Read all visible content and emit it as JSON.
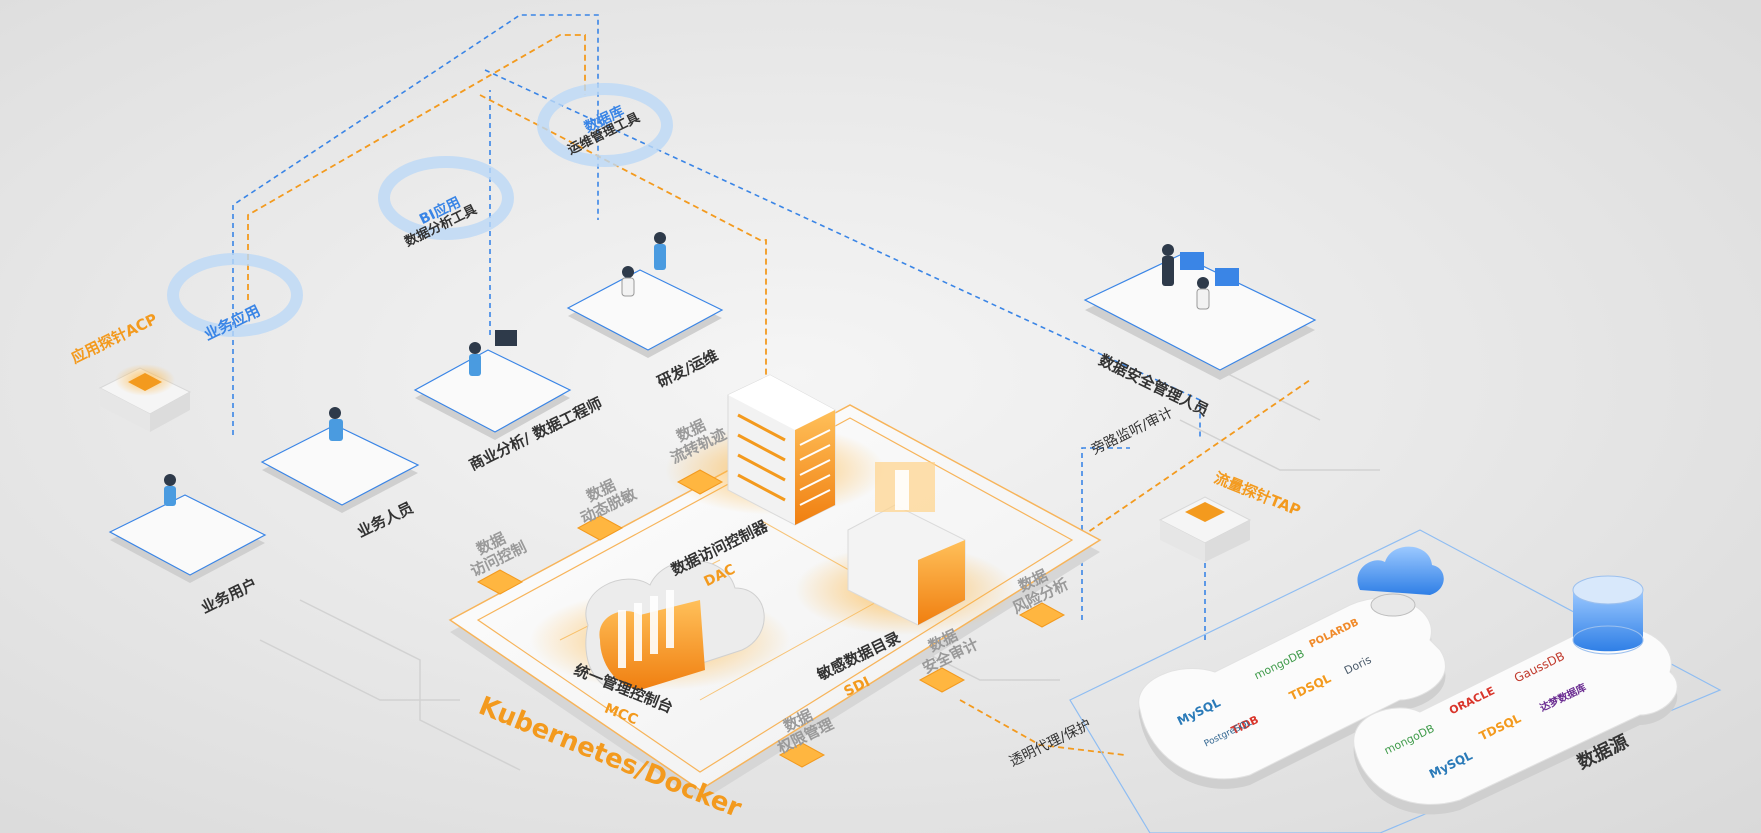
{
  "labels": {
    "app_probe": "应用探针ACP",
    "biz_app": "业务应用",
    "bi_app": "BI应用",
    "bi_tool": "数据分析工具",
    "db_app": "数据库",
    "db_tool": "运维管理工具",
    "biz_user": "业务用户",
    "biz_staff": "业务人员",
    "analyst": "商业分析/ 数据工程师",
    "devops": "研发/运维",
    "sec_admin": "数据安全管理人员",
    "bypass": "旁路监听/审计",
    "tap": "流量探针TAP",
    "proxy": "透明代理/保护",
    "k8s": "Kubernetes/Docker",
    "dac_name": "数据访问控制器",
    "dac_code": "DAC",
    "mcc_name": "统一管理控制台",
    "mcc_code": "MCC",
    "sdi_name": "敏感数据目录",
    "sdi_code": "SDI",
    "data_source": "数据源"
  },
  "modules": [
    {
      "line1": "数据",
      "line2": "访问控制"
    },
    {
      "line1": "数据",
      "line2": "动态脱敏"
    },
    {
      "line1": "数据",
      "line2": "流转轨迹"
    },
    {
      "line1": "数据",
      "line2": "权限管理"
    },
    {
      "line1": "数据",
      "line2": "安全审计"
    },
    {
      "line1": "数据",
      "line2": "风险分析"
    }
  ],
  "databases_cloud1": [
    "MySQL",
    "mongoDB",
    "POLARDB",
    "TiDB",
    "TDSQL",
    "Doris",
    "PostgreSQL"
  ],
  "databases_cloud2": [
    "mongoDB",
    "ORACLE",
    "GaussDB",
    "TDSQL",
    "MySQL",
    "达梦数据库"
  ],
  "colors": {
    "orange": "#f39a1e",
    "blue": "#3a85e6",
    "text": "#333333",
    "grey_text": "#9a9a9a"
  }
}
